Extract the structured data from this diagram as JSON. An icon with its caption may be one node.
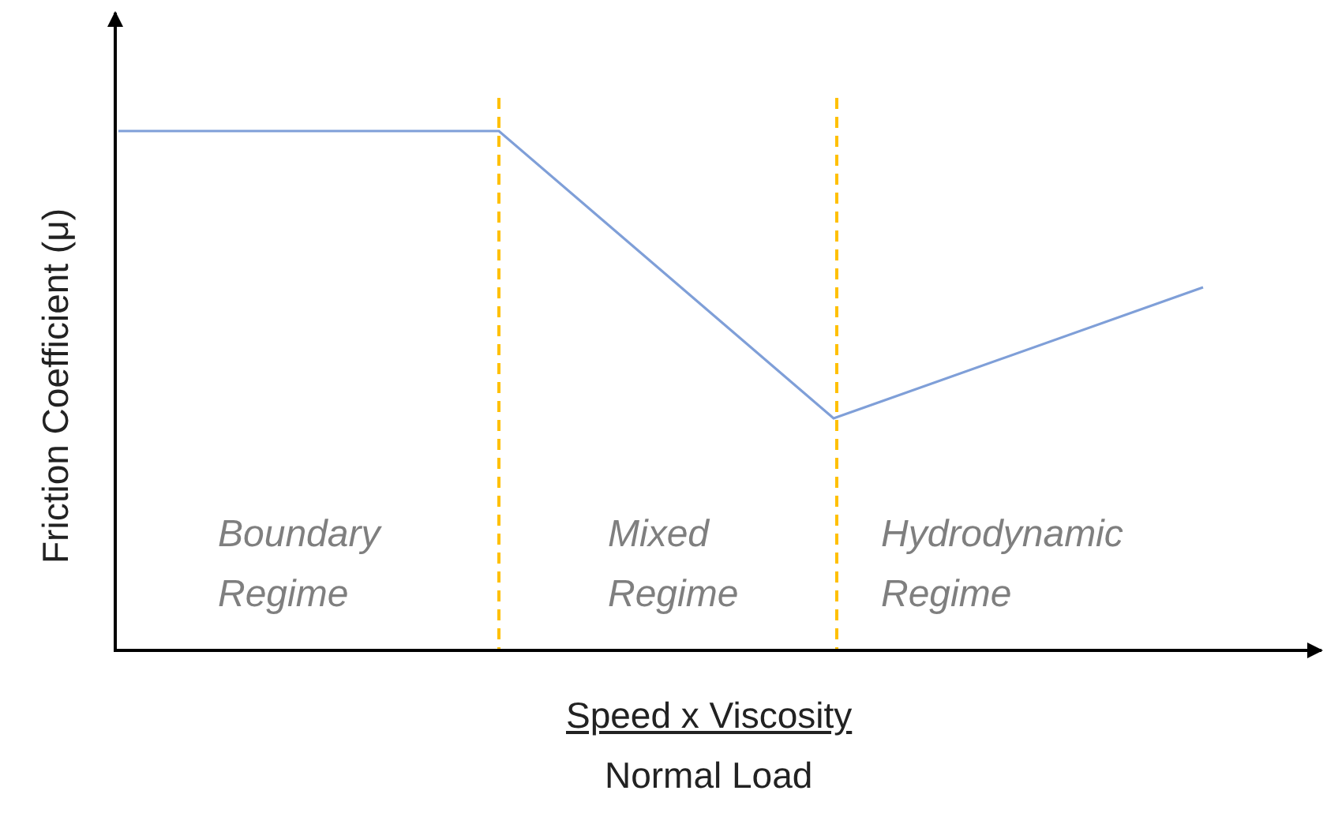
{
  "diagram": {
    "labels": [
      "Friction Coefficient (μ)",
      "Boundary Regime",
      "Mixed Regime",
      "Hydrodynamic Regime",
      "Speed x Viscosity",
      "Normal Load"
    ]
  }
}
